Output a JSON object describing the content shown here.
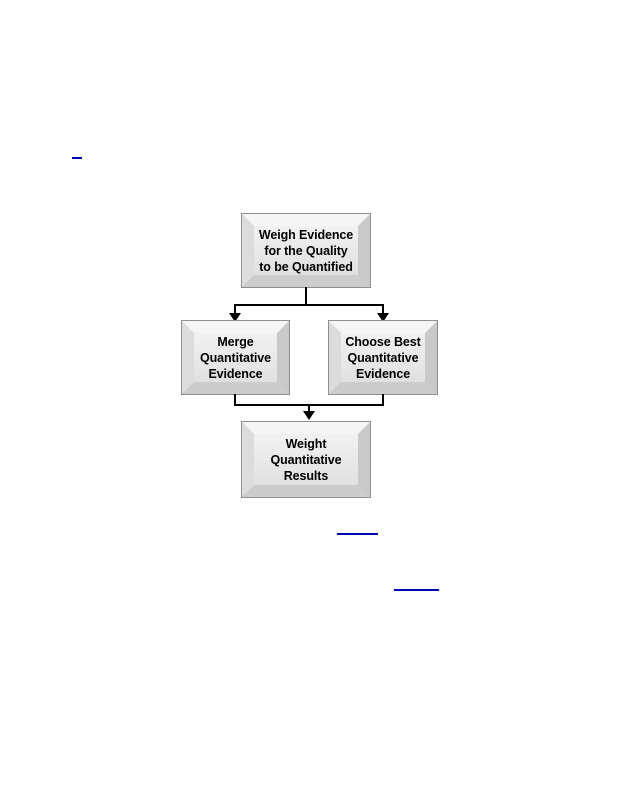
{
  "page": {
    "background_color": "#ffffff"
  },
  "flowchart": {
    "nodes": {
      "weigh_evidence": {
        "text": "Weigh Evidence\nfor the Quality\nto be Quantified"
      },
      "merge_quantitative": {
        "text": "Merge\nQuantitative\nEvidence"
      },
      "choose_best": {
        "text": "Choose Best\nQuantitative\nEvidence"
      },
      "weight_results": {
        "text": "Weight\nQuantitative\nResults"
      }
    },
    "colors": {
      "arrow": "#000000",
      "node_face": "#e9e9e9",
      "node_bevel_top": "#f5f5f5",
      "node_bevel_left": "#dcdcdc",
      "node_bevel_right": "#c9c9c9",
      "node_bevel_bottom": "#cccccc",
      "node_outline": "#8f8f8f",
      "text": "#000000"
    }
  },
  "links": {
    "underline_color": "#0000bb"
  }
}
